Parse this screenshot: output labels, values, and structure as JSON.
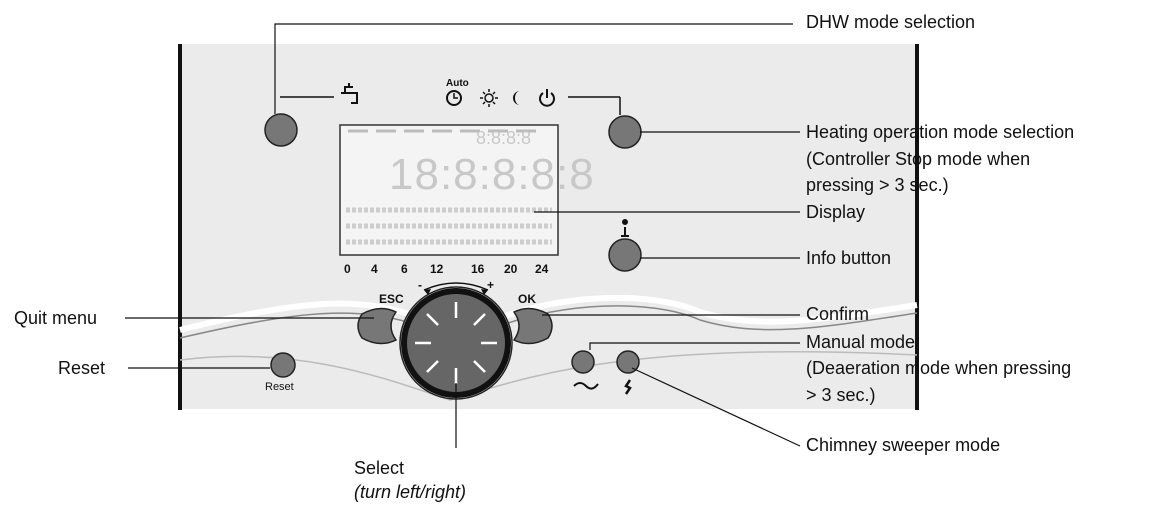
{
  "callouts": {
    "dhw": "DHW mode selection",
    "heating_1": "Heating operation mode selection",
    "heating_2": "(Controller Stop mode when",
    "heating_3": "pressing > 3 sec.)",
    "display": "Display",
    "info": "Info button",
    "confirm": "Confirm",
    "manual_1": "Manual mode",
    "manual_2": "(Deaeration mode when pressing",
    "manual_3": "> 3 sec.)",
    "chimney": "Chimney sweeper mode",
    "quit": "Quit menu",
    "reset": "Reset",
    "select_1": "Select",
    "select_2": "(turn left/right)"
  },
  "panel": {
    "auto_label": "Auto",
    "esc_label": "ESC",
    "ok_label": "OK",
    "minus_label": "-",
    "plus_label": "+",
    "reset_label": "Reset",
    "display_time": "18:8:8:8:8",
    "display_small": "8:8:8:8",
    "timeline_ticks": [
      "0",
      "4",
      "6",
      "12",
      "16",
      "20",
      "24"
    ]
  },
  "icons": [
    "tap-icon",
    "auto-clock-icon",
    "sun-icon",
    "moon-icon",
    "power-icon",
    "info-icon",
    "hand-icon",
    "chimney-sweeper-icon"
  ]
}
